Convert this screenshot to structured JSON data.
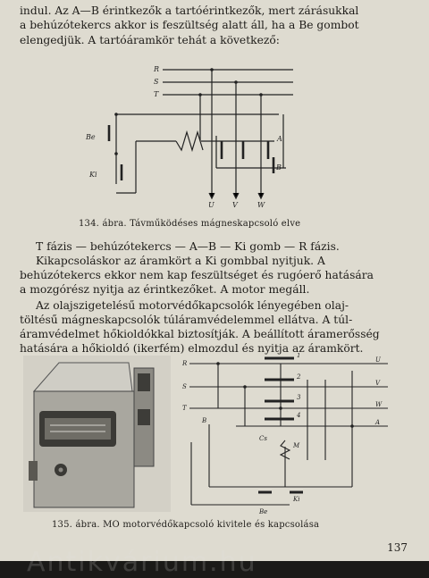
{
  "intro": [
    "indul. Az A—B érintkezők a tartóérintkezők, mert zárásukkal",
    "a behúzótekercs akkor is feszültség alatt áll, ha a Be gombot",
    "elengedjük. A tartóáramkör tehát a következő:"
  ],
  "fig134": {
    "phases": [
      "R",
      "S",
      "T"
    ],
    "buttons": [
      "Be",
      "Ki"
    ],
    "contacts": [
      "A",
      "B"
    ],
    "outputs": [
      "U",
      "V",
      "W"
    ],
    "caption": "134. ábra. Távműködéses mágneskapcsoló elve"
  },
  "body": {
    "chain": "T fázis — behúzótekercs — A—B — Ki gomb — R fázis.",
    "p1": [
      "Kikapcsoláskor az áramkört a Ki gombbal nyitjuk. A",
      "behúzótekercs ekkor nem kap feszültséget és rugóerő hatására",
      "a mozgórész nyitja az érintkezőket. A motor megáll."
    ],
    "p2": [
      "Az olajszigetelésű motorvédőkapcsolók lényegében olaj-",
      "töltésű mágneskapcsolók túláramvédelemmel ellátva. A túl-",
      "áramvédelmet hőkioldókkal biztosítják. A beállított áramerősség",
      "hatására a hőkioldó (ikerfém) elmozdul és nyitja az áramkört."
    ]
  },
  "fig135": {
    "left_phases": [
      "R",
      "S",
      "T"
    ],
    "right_terms": [
      "1",
      "2",
      "3",
      "4",
      "U",
      "V",
      "W",
      "A"
    ],
    "elements": [
      "Cs",
      "M",
      "B"
    ],
    "buttons": [
      "Be",
      "Ki"
    ],
    "caption": "135. ábra. MO motorvédőkapcsoló kivitele és kapcsolása"
  },
  "page_number": "137",
  "watermark": "Antikvárium.hu"
}
